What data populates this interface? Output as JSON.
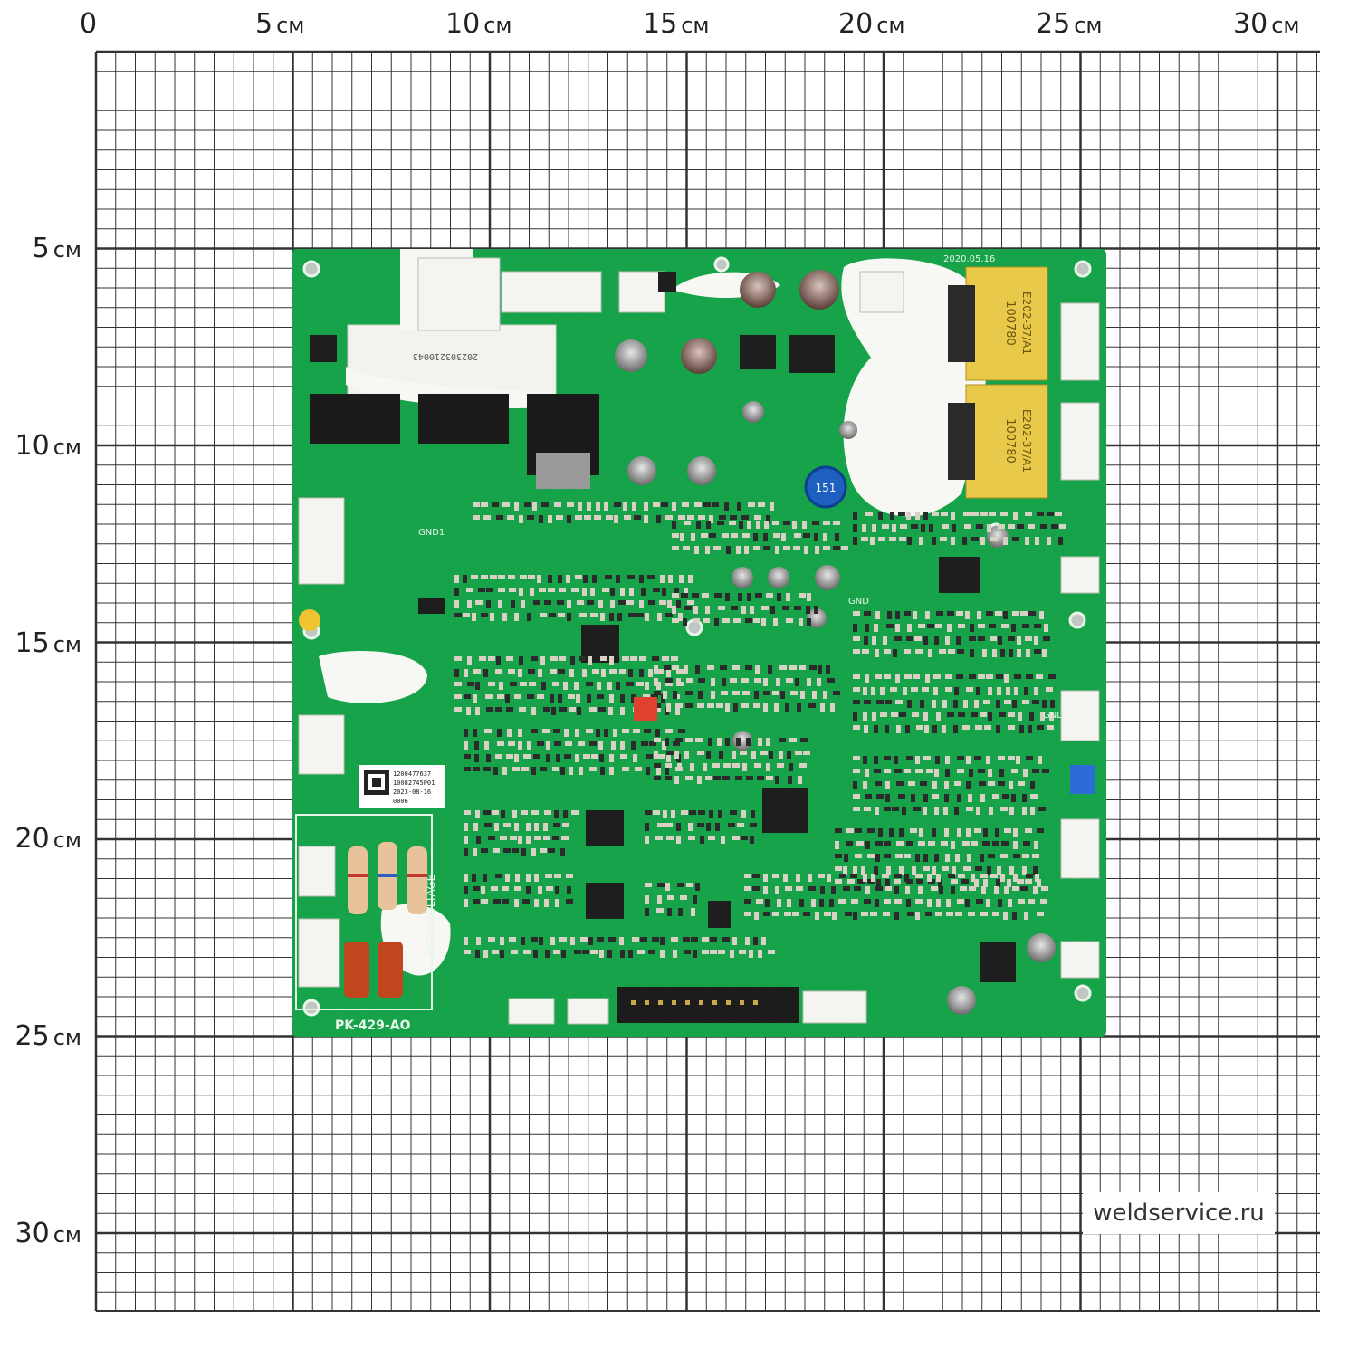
{
  "grid": {
    "unit": "см",
    "x_ticks": [
      "0",
      "5",
      "10",
      "15",
      "20",
      "25",
      "30"
    ],
    "y_ticks": [
      "5",
      "10",
      "15",
      "20",
      "25",
      "30"
    ]
  },
  "board": {
    "label": "PK-429-AO",
    "sticker_lines": [
      "1200477637",
      "10082745P01",
      "2023-08-16",
      "0006"
    ],
    "transformer_1": [
      "100780",
      "E202-37/A1"
    ],
    "transformer_2": [
      "100780",
      "E202-37/A1"
    ],
    "module_code": "202303210043",
    "high_voltage": "HIGH VOLTAGE",
    "date_mark": "2020.05.16",
    "gnd": "GND",
    "gnd1": "GND1",
    "inductor": "151",
    "colors": {
      "pcb": "#17a34a",
      "pcb_dark": "#0f7a36",
      "silk": "#e8f5e9"
    }
  },
  "watermark": "weldservice.ru"
}
